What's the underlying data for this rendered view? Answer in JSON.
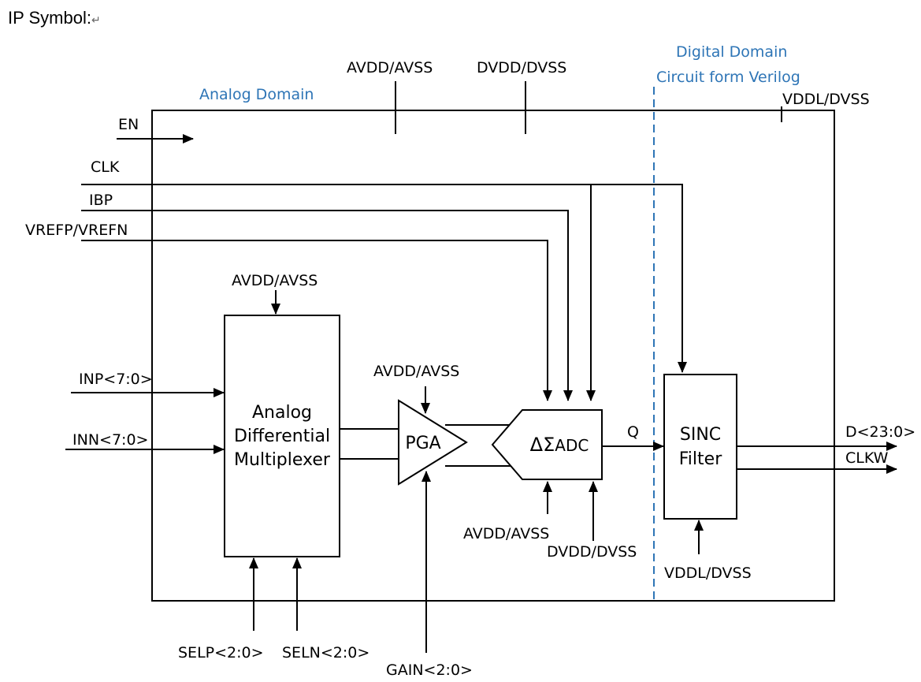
{
  "header": {
    "text": "IP Symbol:",
    "return_mark": "↵"
  },
  "domains": {
    "analog": "Analog Domain",
    "digital_line1": "Digital Domain",
    "digital_line2": "Circuit form Verilog"
  },
  "top_supplies": {
    "avdd": "AVDD/AVSS",
    "dvdd": "DVDD/DVSS",
    "vddl": "VDDL/DVSS"
  },
  "inputs": {
    "en": "EN",
    "clk": "CLK",
    "ibp": "IBP",
    "vref": "VREFP/VREFN",
    "inp": "INP<7:0>",
    "inn": "INN<7:0>"
  },
  "mux": {
    "line1": "Analog",
    "line2": "Differential",
    "line3": "Multiplexer",
    "supply": "AVDD/AVSS"
  },
  "pga": {
    "label": "PGA",
    "supply": "AVDD/AVSS"
  },
  "adc": {
    "symbol": "ΔΣ",
    "label": "ADC",
    "supply_a": "AVDD/AVSS",
    "supply_d": "DVDD/DVSS"
  },
  "q_label": "Q",
  "sinc": {
    "line1": "SINC",
    "line2": "Filter",
    "supply": "VDDL/DVSS"
  },
  "outputs": {
    "d": "D<23:0>",
    "clkw": "CLKW"
  },
  "bottom_inputs": {
    "selp": "SELP<2:0>",
    "seln": "SELN<2:0>",
    "gain": "GAIN<2:0>"
  },
  "colors": {
    "domain_label": "#2e75b6",
    "divider": "#2e75b6",
    "line": "#000000"
  }
}
